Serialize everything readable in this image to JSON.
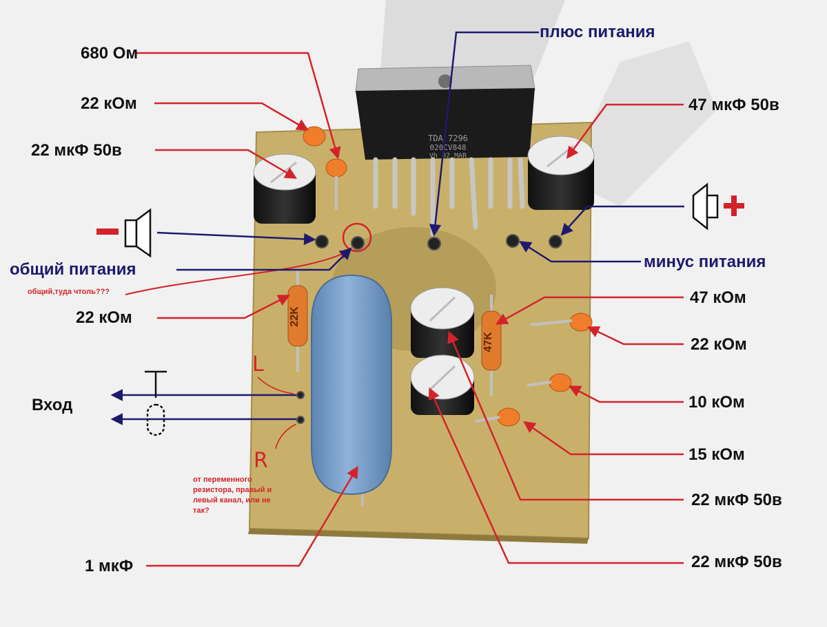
{
  "labels": {
    "r680": "680 Ом",
    "r22k_top": "22 кОм",
    "c22_left": "22 мкФ 50в",
    "plus_power": "плюс питания",
    "c47": "47 мкФ 50в",
    "common_power": "общий питания",
    "minus_power": "минус питания",
    "r22k_left": "22 кОм",
    "r47k": "47 кОм",
    "r22k_right": "22 кОм",
    "input": "Вход",
    "r10k": "10 кОм",
    "r15k": "15 кОм",
    "c22_mid": "22 мкФ 50в",
    "c1uf": "1 мкФ",
    "c22_bottom": "22 мкФ 50в"
  },
  "notes": {
    "common_question": "общий,туда чтоль???",
    "variable_resistor": "от переменного резистора, правый и левый канал, или не так?",
    "left_channel": "L",
    "right_channel": "R"
  },
  "components": {
    "chip_marking_1": "TDA 7296",
    "chip_marking_2": "020CV848",
    "chip_marking_3": "Vh 02 MAR",
    "resistor_22k": "22K",
    "resistor_47k": "47K"
  },
  "colors": {
    "pointer_red": "#d3232a",
    "pointer_blue": "#1d1a6e",
    "board": "#cbb26a",
    "film_cap": "#7aa2cf"
  }
}
